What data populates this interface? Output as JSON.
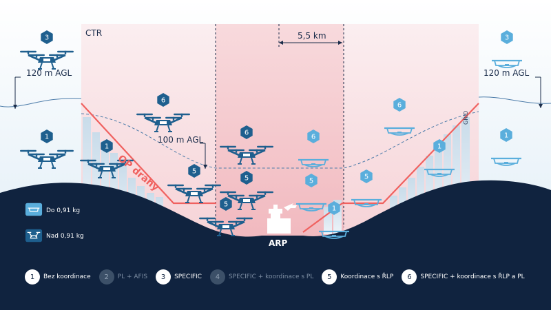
{
  "labels": {
    "ctr": "CTR",
    "distance": "5,5 km",
    "agl_left": "120 m AGL",
    "agl_right": "120 m AGL",
    "agl_mid": "100 m AGL",
    "grid": "GRID",
    "op_drahy": "OP dráhy",
    "arp": "ARP"
  },
  "weight_legend": [
    {
      "label": "Do 0,91 kg"
    },
    {
      "label": "Nad 0,91 kg"
    }
  ],
  "legend": [
    {
      "num": "1",
      "label": "Bez koordinace",
      "active": true
    },
    {
      "num": "2",
      "label": "PL + AFIS",
      "active": false
    },
    {
      "num": "3",
      "label": "SPECIFIC",
      "active": true
    },
    {
      "num": "4",
      "label": "SPECIFIC + koordinace s PL",
      "active": false
    },
    {
      "num": "5",
      "label": "Koordinace s ŘLP",
      "active": true
    },
    {
      "num": "6",
      "label": "SPECIFIC + koordinace s ŘLP a PL",
      "active": true
    }
  ],
  "drones": [
    {
      "num": "3",
      "heavy": true
    },
    {
      "num": "3",
      "heavy": false
    },
    {
      "num": "6",
      "heavy": true
    },
    {
      "num": "6",
      "heavy": false
    },
    {
      "num": "1",
      "heavy": true
    },
    {
      "num": "1",
      "heavy": true
    },
    {
      "num": "6",
      "heavy": true
    },
    {
      "num": "6",
      "heavy": false
    },
    {
      "num": "1",
      "heavy": false
    },
    {
      "num": "1",
      "heavy": false
    },
    {
      "num": "5",
      "heavy": true
    },
    {
      "num": "5",
      "heavy": true
    },
    {
      "num": "5",
      "heavy": false
    },
    {
      "num": "5",
      "heavy": false
    },
    {
      "num": "5",
      "heavy": true
    },
    {
      "num": "1",
      "heavy": false
    }
  ],
  "colors": {
    "navy": "#10233f",
    "heavy_drone": "#1e5f8e",
    "light_drone": "#5aaedc",
    "ctr_zone": "#f9e0e2",
    "approach_zone": "#f5c9cd",
    "op_line": "#f0615f",
    "sky": "#eaf3fa"
  }
}
